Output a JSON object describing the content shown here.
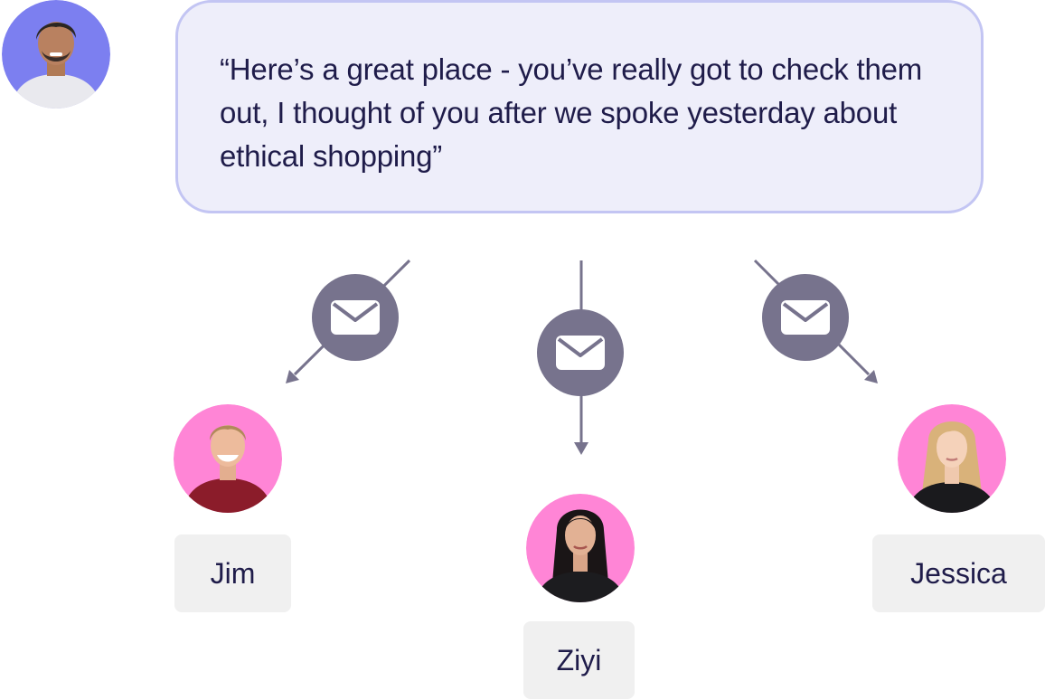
{
  "message": {
    "quote": "“Here’s a great place - you’ve really got to check them out, I thought of you after we spoke yesterday about ethical shopping”"
  },
  "recipients": [
    {
      "name": "Jim"
    },
    {
      "name": "Ziyi"
    },
    {
      "name": "Jessica"
    }
  ],
  "icons": {
    "sender": "person-avatar",
    "message": "envelope-icon",
    "arrow": "arrow-down"
  },
  "colors": {
    "bubble_background": "#eeeefa",
    "bubble_border": "#c3c5f3",
    "sender_avatar_bg": "#7c7ff0",
    "recipient_avatar_bg": "#ff85d6",
    "envelope_circle": "#77738d",
    "connector": "#77738d",
    "name_tag_bg": "#f0f0f0",
    "text": "#1f1c4a"
  }
}
